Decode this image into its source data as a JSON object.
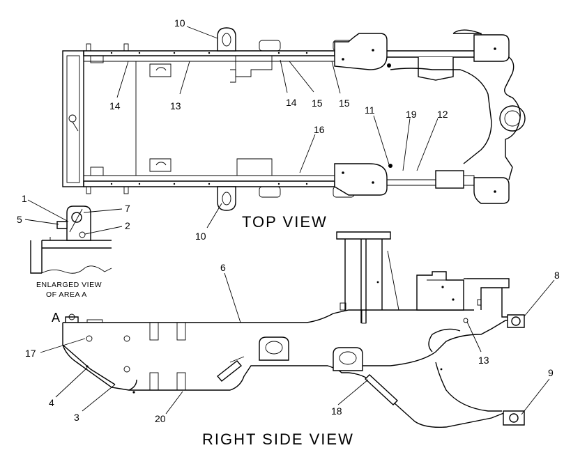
{
  "views": {
    "top_view_title": "TOP VIEW",
    "side_view_title": "RIGHT SIDE VIEW",
    "enlarged_caption_line1": "ENLARGED VIEW",
    "enlarged_caption_line2": "OF AREA A",
    "area_marker": "A"
  },
  "callouts": {
    "top": [
      "10",
      "14",
      "13",
      "14",
      "15",
      "15",
      "11",
      "19",
      "12",
      "16",
      "10"
    ],
    "enlarged": [
      "1",
      "5",
      "7",
      "2"
    ],
    "side": [
      "6",
      "8",
      "17",
      "4",
      "3",
      "20",
      "13",
      "18",
      "9"
    ]
  }
}
